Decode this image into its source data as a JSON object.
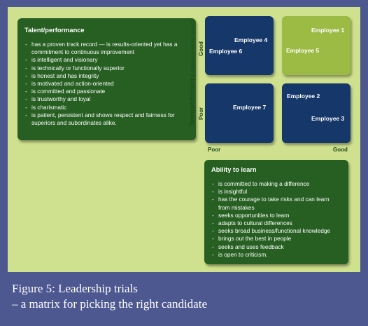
{
  "talent_box": {
    "title": "Talent/performance",
    "items": [
      "has a proven track record — is results-oriented yet has a commitment to continuous improvement",
      "is intelligent and visionary",
      "is technically or functionally superior",
      "is honest and has integrity",
      "is motivated and action-oriented",
      "is committed and passionate",
      "is trustworthy and loyal",
      "is charismatic",
      "is patient, persistent and shows respect and fairness for superiors and subordinates alike."
    ]
  },
  "matrix": {
    "y_axis_title": "Talent/performance",
    "y_axis_note": "(relative to market leader)",
    "y_ticks": {
      "high": "Good",
      "low": "Poor"
    },
    "x_ticks": {
      "low": "Poor",
      "high": "Good"
    },
    "cells": {
      "top_left": [
        "Employee 4",
        "Employee 6"
      ],
      "top_right": [
        "Employee 1",
        "Employee 5"
      ],
      "bottom_left": [
        "Employee 7"
      ],
      "bottom_right": [
        "Employee 2",
        "Employee 3"
      ]
    },
    "colors": {
      "navy": "#163769",
      "light_green": "#9bbb45"
    }
  },
  "learn_box": {
    "title": "Ability to learn",
    "items": [
      "is committed to making a difference",
      "is insightful",
      "has the courage to take risks and can learn from mistakes",
      "seeks opportunities to learn",
      "adapts to cultural differences",
      "seeks broad business/functional knowledge",
      "brings out the best in people",
      "seeks and uses feedback",
      "is open to criticism."
    ]
  },
  "caption": {
    "line1": "Figure 5: Leadership trials",
    "line2": "– a matrix for picking the right candidate"
  },
  "colors": {
    "page_bg": "#4d5790",
    "panel_bg": "#cfe08e",
    "box_green": "#265f21"
  }
}
